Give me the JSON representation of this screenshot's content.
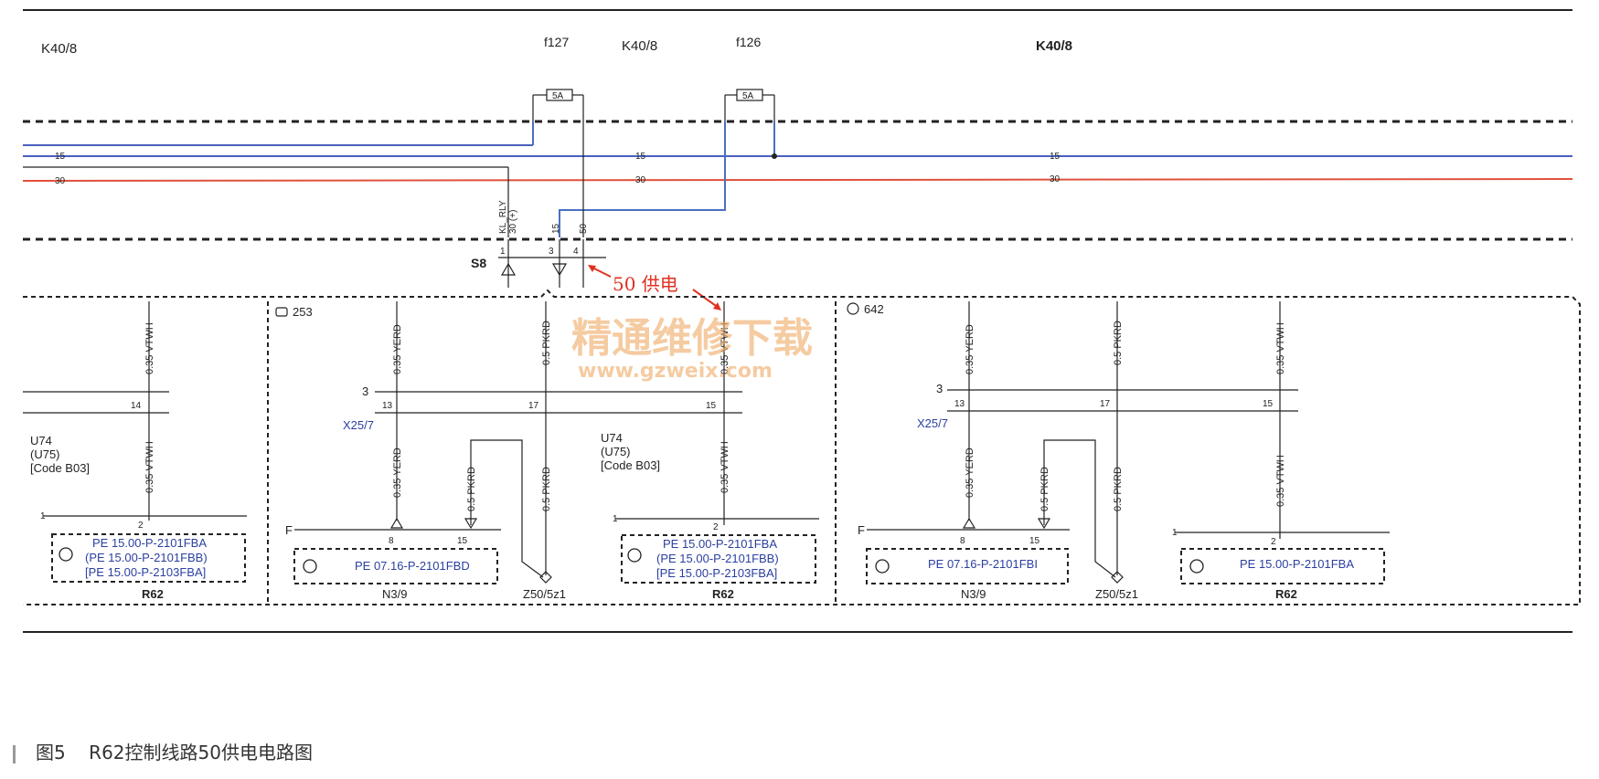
{
  "header": {
    "k_left": "K40/8",
    "k_mid": "K40/8",
    "k_right": "K40/8",
    "fuse_a": "f127",
    "fuse_b": "f126",
    "fuse_rating": "5A"
  },
  "buses": {
    "b15": "15",
    "b30": "30",
    "colors": {
      "b15": "#4a5fc0",
      "b30": "#e0503a",
      "feed": "#4a70c0"
    }
  },
  "switch": {
    "name": "S8",
    "pins": [
      "1",
      "3",
      "4"
    ],
    "term_a": "KL_RLY",
    "term_b": "30 (+)",
    "term_c": "15",
    "term_d": "50"
  },
  "annotation": {
    "text": "50 供电",
    "color": "#e03020"
  },
  "watermark": {
    "line1": "精通维修下载",
    "line2": "www.gzweix.com"
  },
  "zones": {
    "z253": "253",
    "z642": "642"
  },
  "wires": {
    "vtwh": "0.35 VTWH",
    "yerd": "0.35 YERD",
    "pkrd": "0.5 PKRD"
  },
  "connector": {
    "name": "X25/7",
    "num": "3",
    "pin13": "13",
    "pin14": "14",
    "pin15": "15",
    "pin17": "17"
  },
  "modules": {
    "u74": "U74",
    "u75": "(U75)",
    "code": "[Code B03]",
    "r62": "R62",
    "n39": "N3/9",
    "z50": "Z50/5z1",
    "pin_f": "F",
    "pin1": "1",
    "pin2": "2",
    "pin8": "8"
  },
  "refs": {
    "r_a": "PE 15.00-P-2101FBA",
    "r_b": "(PE 15.00-P-2101FBB)",
    "r_c": "[PE 15.00-P-2103FBA]",
    "n_a": "PE 07.16-P-2101FBD",
    "n_b": "PE 07.16-P-2101FBI"
  },
  "caption": {
    "fig": "图5",
    "title": "R62控制线路50供电电路图"
  }
}
